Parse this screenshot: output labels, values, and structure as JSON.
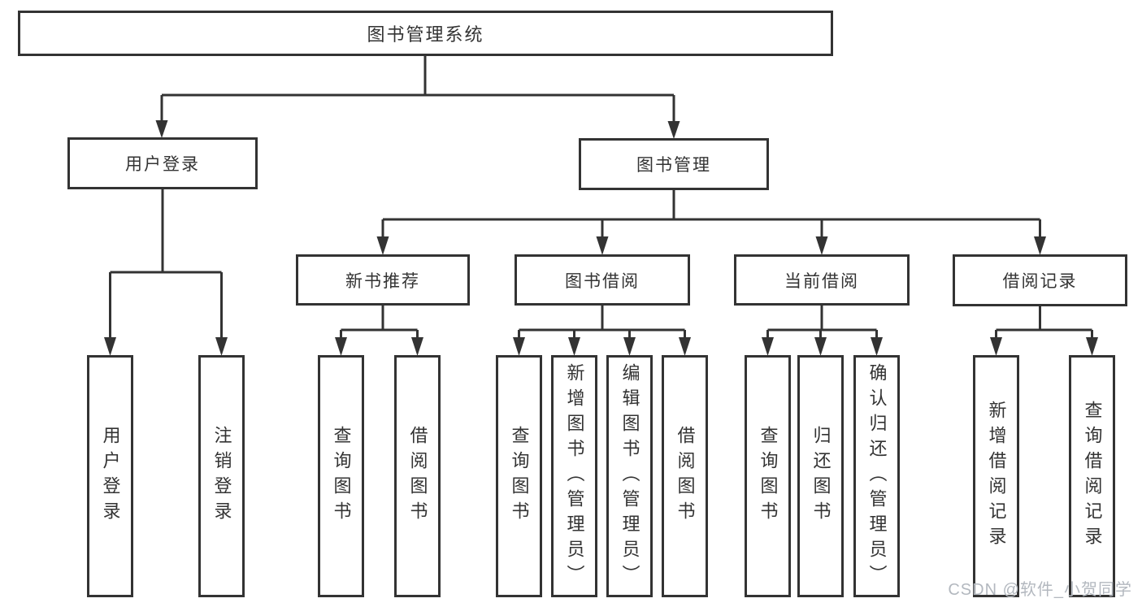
{
  "diagram_type": "hierarchy-tree",
  "colors": {
    "line": "#333333",
    "text": "#333333",
    "background": "#ffffff",
    "watermark": "#b3b8bf"
  },
  "tree": {
    "label": "图书管理系统",
    "children": [
      {
        "label": "用户登录",
        "children": [
          {
            "label": "用户登录"
          },
          {
            "label": "注销登录"
          }
        ]
      },
      {
        "label": "图书管理",
        "children": [
          {
            "label": "新书推荐",
            "children": [
              {
                "label": "查询图书"
              },
              {
                "label": "借阅图书"
              }
            ]
          },
          {
            "label": "图书借阅",
            "children": [
              {
                "label": "查询图书"
              },
              {
                "label": "新增图书（管理员）"
              },
              {
                "label": "编辑图书（管理员）"
              },
              {
                "label": "借阅图书"
              }
            ]
          },
          {
            "label": "当前借阅",
            "children": [
              {
                "label": "查询图书"
              },
              {
                "label": "归还图书"
              },
              {
                "label": "确认归还（管理员）"
              }
            ]
          },
          {
            "label": "借阅记录",
            "children": [
              {
                "label": "新增借阅记录"
              },
              {
                "label": "查询借阅记录"
              }
            ]
          }
        ]
      }
    ]
  },
  "watermark": "CSDN @软件_小贺同学"
}
